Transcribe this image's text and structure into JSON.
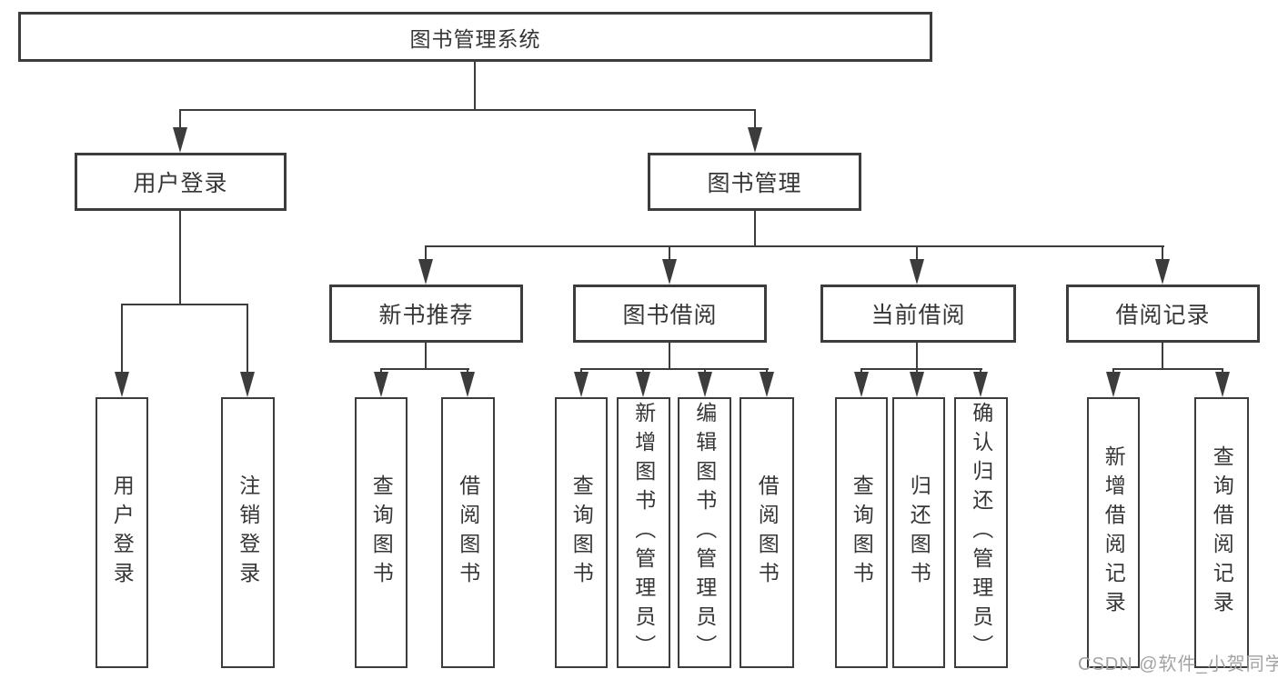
{
  "diagram_title": "图书管理系统",
  "watermark": "CSDN @软件_小贺同学",
  "colors": {
    "line": "#3c3c3c",
    "text": "#363636",
    "watermark": "#a3a3a3",
    "background": "#ffffff"
  },
  "nodes": {
    "root": "图书管理系统",
    "user_login": "用户登录",
    "book_mgmt": "图书管理",
    "new_books": "新书推荐",
    "book_borrow": "图书借阅",
    "current_borrow": "当前借阅",
    "borrow_records": "借阅记录",
    "leaf_user_login": "用户登录",
    "leaf_logout": "注销登录",
    "leaf_nb_query": "查询图书",
    "leaf_nb_borrow": "借阅图书",
    "leaf_bb_query": "查询图书",
    "leaf_bb_add": "新增图书（管理员）",
    "leaf_bb_edit": "编辑图书（管理员）",
    "leaf_bb_borrow": "借阅图书",
    "leaf_cb_query": "查询图书",
    "leaf_cb_return": "归还图书",
    "leaf_cb_confirm": "确认归还（管理员）",
    "leaf_br_add": "新增借阅记录",
    "leaf_br_query": "查询借阅记录"
  },
  "hierarchy": {
    "图书管理系统": {
      "用户登录": [
        "用户登录",
        "注销登录"
      ],
      "图书管理": {
        "新书推荐": [
          "查询图书",
          "借阅图书"
        ],
        "图书借阅": [
          "查询图书",
          "新增图书（管理员）",
          "编辑图书（管理员）",
          "借阅图书"
        ],
        "当前借阅": [
          "查询图书",
          "归还图书",
          "确认归还（管理员）"
        ],
        "借阅记录": [
          "新增借阅记录",
          "查询借阅记录"
        ]
      }
    }
  }
}
